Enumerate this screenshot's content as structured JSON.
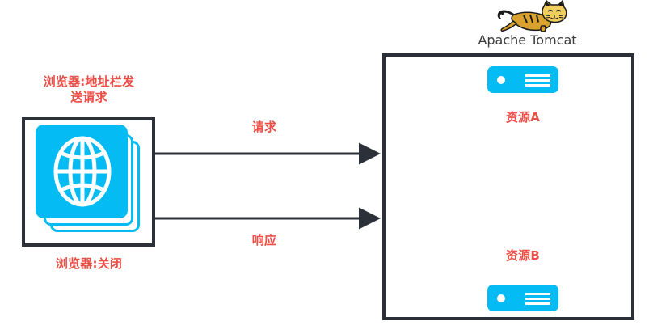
{
  "diagram": {
    "title_logo": {
      "brand_text": "Apache Tomcat",
      "mascot_icon": "tomcat-cat-icon"
    },
    "browser": {
      "icon": "globe-stack-icon",
      "top_label": "浏览器:地址栏发\n送请求",
      "bottom_label": "浏览器:关闭"
    },
    "server": {
      "resources": [
        {
          "label": "资源A",
          "icon": "server-rack-icon"
        },
        {
          "label": "资源B",
          "icon": "server-rack-icon"
        }
      ]
    },
    "arrows": [
      {
        "label": "请求",
        "direction": "right",
        "name": "request-arrow"
      },
      {
        "label": "响应",
        "direction": "right",
        "name": "response-arrow"
      }
    ],
    "colors": {
      "accent_cyan": "#04bbf3",
      "label_red": "#ea4f47",
      "outline_dark": "#2b3039",
      "tomcat_gold": "#d5a62a",
      "text_gray": "#3c3c3c"
    }
  }
}
